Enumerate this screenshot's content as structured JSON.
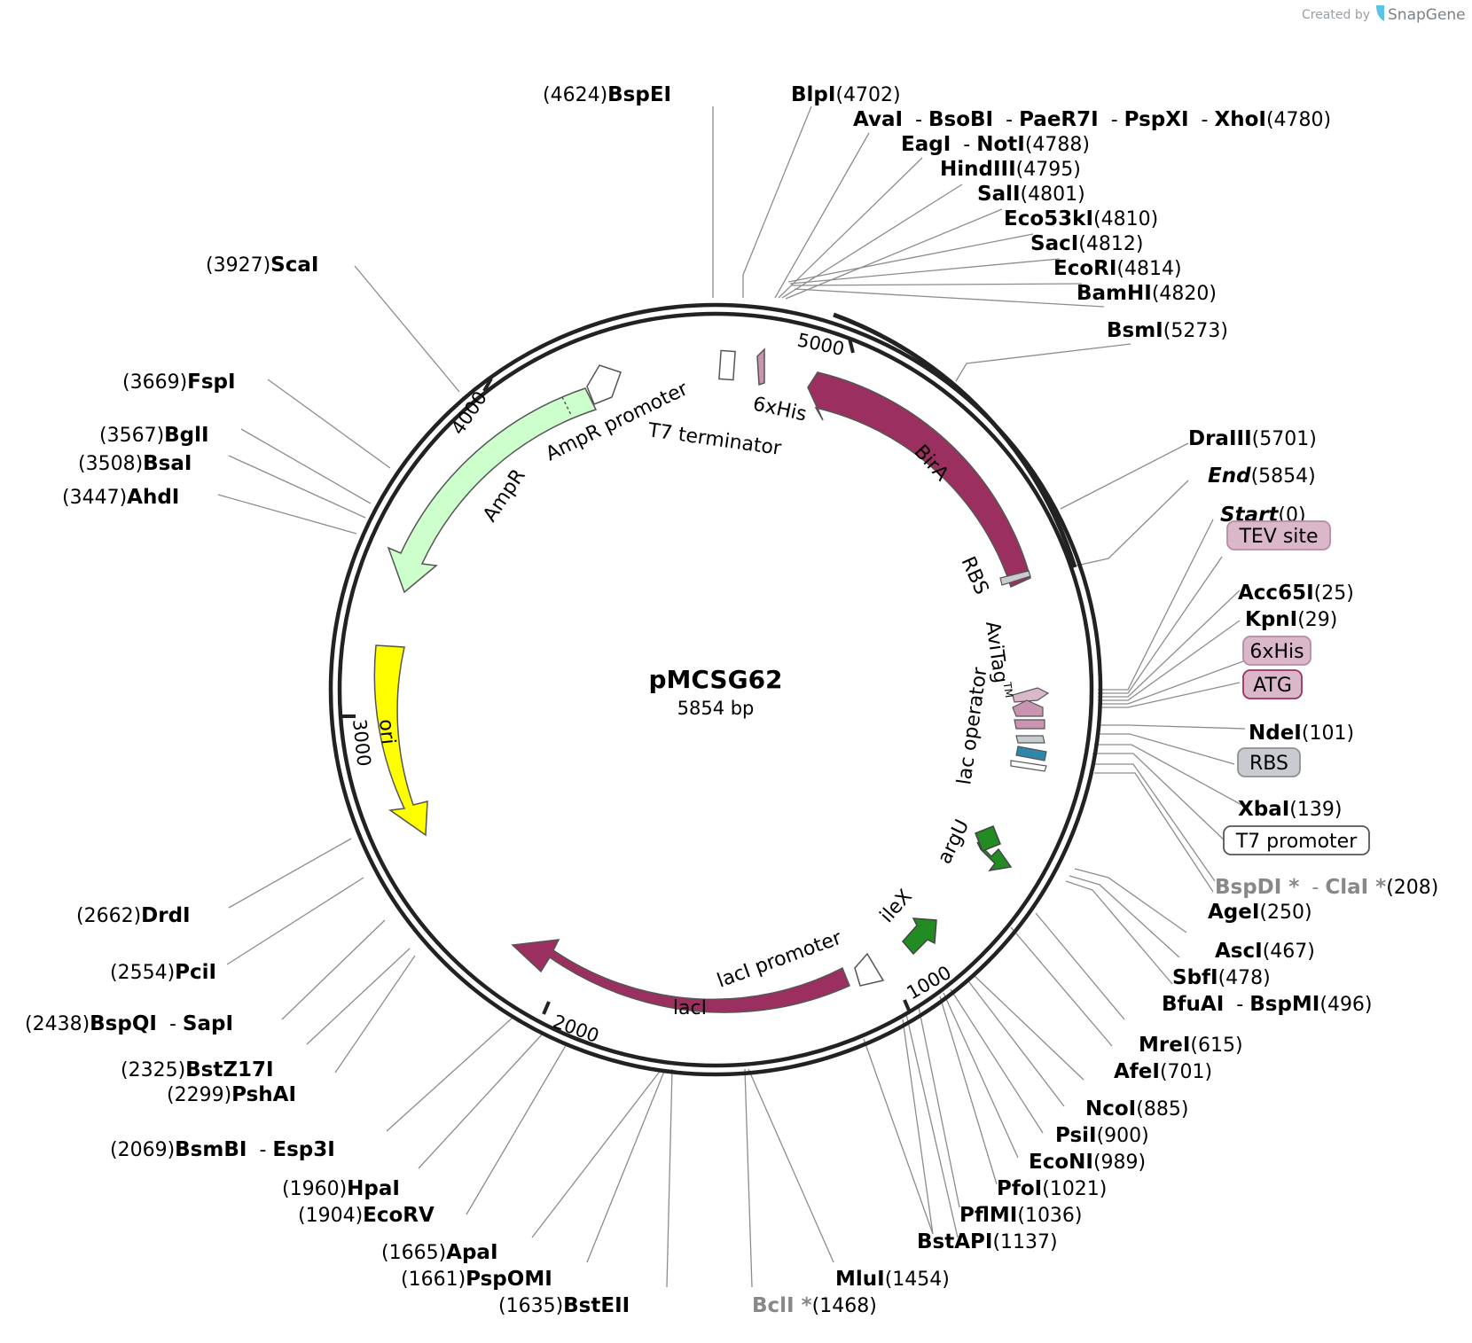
{
  "credit": {
    "prefix": "Created by",
    "brand": "SnapGene"
  },
  "plasmid": {
    "name": "pMCSG62",
    "length_label": "5854 bp"
  },
  "ticks": [
    "1000",
    "2000",
    "3000",
    "4000",
    "5000"
  ],
  "sites_top": [
    {
      "pos": "(4624)",
      "names": [
        "BspEI"
      ]
    },
    {
      "pos": "(4702)",
      "names": [
        "BlpI"
      ],
      "pos_after": true
    },
    {
      "pos": "(4780)",
      "names": [
        "AvaI",
        "BsoBI",
        "PaeR7I",
        "PspXI",
        "XhoI"
      ],
      "pos_after": true
    },
    {
      "pos": "(4788)",
      "names": [
        "EagI",
        "NotI"
      ],
      "pos_after": true
    },
    {
      "pos": "(4795)",
      "names": [
        "HindIII"
      ],
      "pos_after": true
    },
    {
      "pos": "(4801)",
      "names": [
        "SalI"
      ],
      "pos_after": true
    },
    {
      "pos": "(4810)",
      "names": [
        "Eco53kI"
      ],
      "pos_after": true
    },
    {
      "pos": "(4812)",
      "names": [
        "SacI"
      ],
      "pos_after": true
    },
    {
      "pos": "(4814)",
      "names": [
        "EcoRI"
      ],
      "pos_after": true
    },
    {
      "pos": "(4820)",
      "names": [
        "BamHI"
      ],
      "pos_after": true
    },
    {
      "pos": "(5273)",
      "names": [
        "BsmI"
      ],
      "pos_after": true
    }
  ],
  "sites_right": [
    {
      "pos": "(5701)",
      "names": [
        "DraIII"
      ]
    },
    {
      "pos": "(5854)",
      "names": [
        "End"
      ],
      "italic": true
    },
    {
      "pos": "(0)",
      "names": [
        "Start"
      ],
      "italic": true
    },
    {
      "pos": "(25)",
      "names": [
        "Acc65I"
      ]
    },
    {
      "pos": "(29)",
      "names": [
        "KpnI"
      ]
    },
    {
      "pos": "(101)",
      "names": [
        "NdeI"
      ]
    },
    {
      "pos": "(139)",
      "names": [
        "XbaI"
      ]
    },
    {
      "pos": "(208)",
      "names": [
        "BspDI *",
        "ClaI *"
      ],
      "dim": true
    },
    {
      "pos": "(250)",
      "names": [
        "AgeI"
      ]
    },
    {
      "pos": "(467)",
      "names": [
        "AscI"
      ]
    },
    {
      "pos": "(478)",
      "names": [
        "SbfI"
      ]
    },
    {
      "pos": "(496)",
      "names": [
        "BfuAI",
        "BspMI"
      ]
    },
    {
      "pos": "(615)",
      "names": [
        "MreI"
      ]
    },
    {
      "pos": "(701)",
      "names": [
        "AfeI"
      ]
    },
    {
      "pos": "(885)",
      "names": [
        "NcoI"
      ]
    },
    {
      "pos": "(900)",
      "names": [
        "PsiI"
      ]
    },
    {
      "pos": "(989)",
      "names": [
        "EcoNI"
      ]
    },
    {
      "pos": "(1021)",
      "names": [
        "PfoI"
      ]
    },
    {
      "pos": "(1036)",
      "names": [
        "PflMI"
      ]
    },
    {
      "pos": "(1137)",
      "names": [
        "BstAPI"
      ]
    },
    {
      "pos": "(1454)",
      "names": [
        "MluI"
      ]
    },
    {
      "pos": "(1468)",
      "names": [
        "BclI *"
      ],
      "dim": true
    }
  ],
  "sites_left": [
    {
      "pos": "(3927)",
      "names": [
        "ScaI"
      ]
    },
    {
      "pos": "(3669)",
      "names": [
        "FspI"
      ]
    },
    {
      "pos": "(3567)",
      "names": [
        "BglI"
      ]
    },
    {
      "pos": "(3508)",
      "names": [
        "BsaI"
      ]
    },
    {
      "pos": "(3447)",
      "names": [
        "AhdI"
      ]
    },
    {
      "pos": "(2662)",
      "names": [
        "DrdI"
      ]
    },
    {
      "pos": "(2554)",
      "names": [
        "PciI"
      ]
    },
    {
      "pos": "(2438)",
      "names": [
        "BspQI",
        "SapI"
      ]
    },
    {
      "pos": "(2325)",
      "names": [
        "BstZ17I"
      ]
    },
    {
      "pos": "(2299)",
      "names": [
        "PshAI"
      ]
    },
    {
      "pos": "(2069)",
      "names": [
        "BsmBI",
        "Esp3I"
      ]
    },
    {
      "pos": "(1960)",
      "names": [
        "HpaI"
      ]
    },
    {
      "pos": "(1904)",
      "names": [
        "EcoRV"
      ]
    },
    {
      "pos": "(1665)",
      "names": [
        "ApaI"
      ]
    },
    {
      "pos": "(1661)",
      "names": [
        "PspOMI"
      ]
    },
    {
      "pos": "(1635)",
      "names": [
        "BstEII"
      ]
    }
  ],
  "feature_boxes": [
    {
      "label": "TEV site",
      "fill": "#dbb8c9",
      "stroke": "#b98aa3"
    },
    {
      "label": "6xHis",
      "fill": "#dbb8c9",
      "stroke": "#b98aa3"
    },
    {
      "label": "ATG",
      "fill": "#dbb8c9",
      "stroke": "#9b3060"
    },
    {
      "label": "RBS",
      "fill": "#c8ccd0",
      "stroke": "#8c9196"
    },
    {
      "label": "T7 promoter",
      "fill": "#ffffff",
      "stroke": "#555555"
    }
  ],
  "features": {
    "BirA": {
      "label": "BirA",
      "color": "#9b3060"
    },
    "AmpR": {
      "label": "AmpR",
      "color": "#ccffcc"
    },
    "AmpR_promoter": {
      "label": "AmpR promoter",
      "color": "#ffffff"
    },
    "ori": {
      "label": "ori",
      "color": "#ffff00"
    },
    "lacI": {
      "label": "lacI",
      "color": "#9b3060"
    },
    "lacI_promoter": {
      "label": "lacI promoter",
      "color": "#ffffff"
    },
    "ileX": {
      "label": "ileX",
      "color": "#228b22"
    },
    "argU": {
      "label": "argU",
      "color": "#228b22"
    },
    "T7_terminator": {
      "label": "T7 terminator"
    },
    "6xHis_top": {
      "label": "6xHis",
      "color": "#c994b0"
    },
    "RBS_inner": {
      "label": "RBS"
    },
    "AviTag": {
      "label": "AviTag",
      "sup": "TM"
    },
    "lac_operator": {
      "label": "lac operator",
      "color": "#2e86ab"
    }
  },
  "colors": {
    "backbone": "#222222",
    "leader": "#8c8c8c"
  }
}
